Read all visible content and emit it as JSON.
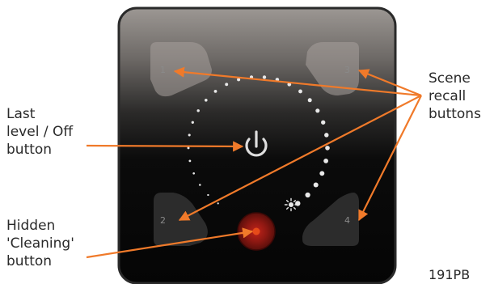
{
  "labels": {
    "last_level_off": "Last\nlevel / Off\nbutton",
    "hidden_cleaning": "Hidden\n'Cleaning'\nbutton",
    "scene_recall": "Scene\nrecall\nbuttons",
    "product_code": "191PB"
  },
  "scene_buttons": [
    {
      "number": "1"
    },
    {
      "number": "3"
    },
    {
      "number": "2"
    },
    {
      "number": "4"
    }
  ],
  "icons": [
    "power-icon",
    "sun-icon",
    "cleaning-dot-icon"
  ],
  "colors": {
    "arrow": "#f07a2a",
    "panel_top": "#9a9490",
    "panel_bottom": "#050505",
    "panel_border": "#2a2a2a",
    "dots": "#e8e8e8",
    "power_icon": "#e0e0e0",
    "cleaning_button": "#9b1a15"
  }
}
